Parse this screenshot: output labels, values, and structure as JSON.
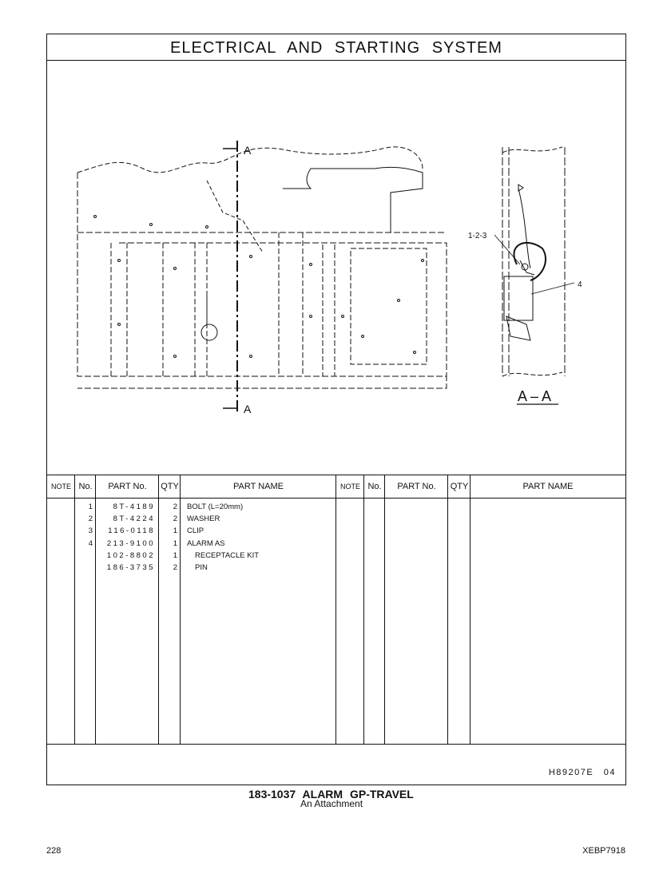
{
  "title": "ELECTRICAL AND STARTING SYSTEM",
  "callouts": {
    "section_top": "A",
    "section_bottom": "A",
    "items_123": "1-2-3",
    "item_4": "4",
    "view_label": "A – A"
  },
  "table": {
    "headers": {
      "note": "NOTE",
      "no": "No.",
      "part_no": "PART No.",
      "qty": "QTY",
      "part_name": "PART NAME"
    },
    "rows": [
      {
        "no": "1",
        "part_no": "8T-4189",
        "qty": "2",
        "part_name": "BOLT (L=20mm)"
      },
      {
        "no": "2",
        "part_no": "8T-4224",
        "qty": "2",
        "part_name": "WASHER"
      },
      {
        "no": "3",
        "part_no": "116-0118",
        "qty": "1",
        "part_name": "CLIP"
      },
      {
        "no": "4",
        "part_no": "213-9100",
        "qty": "1",
        "part_name": "ALARM AS"
      },
      {
        "no": "",
        "part_no": "102-8802",
        "qty": "1",
        "part_name": "RECEPTACLE KIT"
      },
      {
        "no": "",
        "part_no": "186-3735",
        "qty": "2",
        "part_name": "PIN"
      }
    ]
  },
  "illustration_code": "H89207E   04",
  "group_title": "183-1037  ALARM GP-TRAVEL",
  "group_subtitle": "An Attachment",
  "page_number": "228",
  "document_number": "XEBP7918"
}
